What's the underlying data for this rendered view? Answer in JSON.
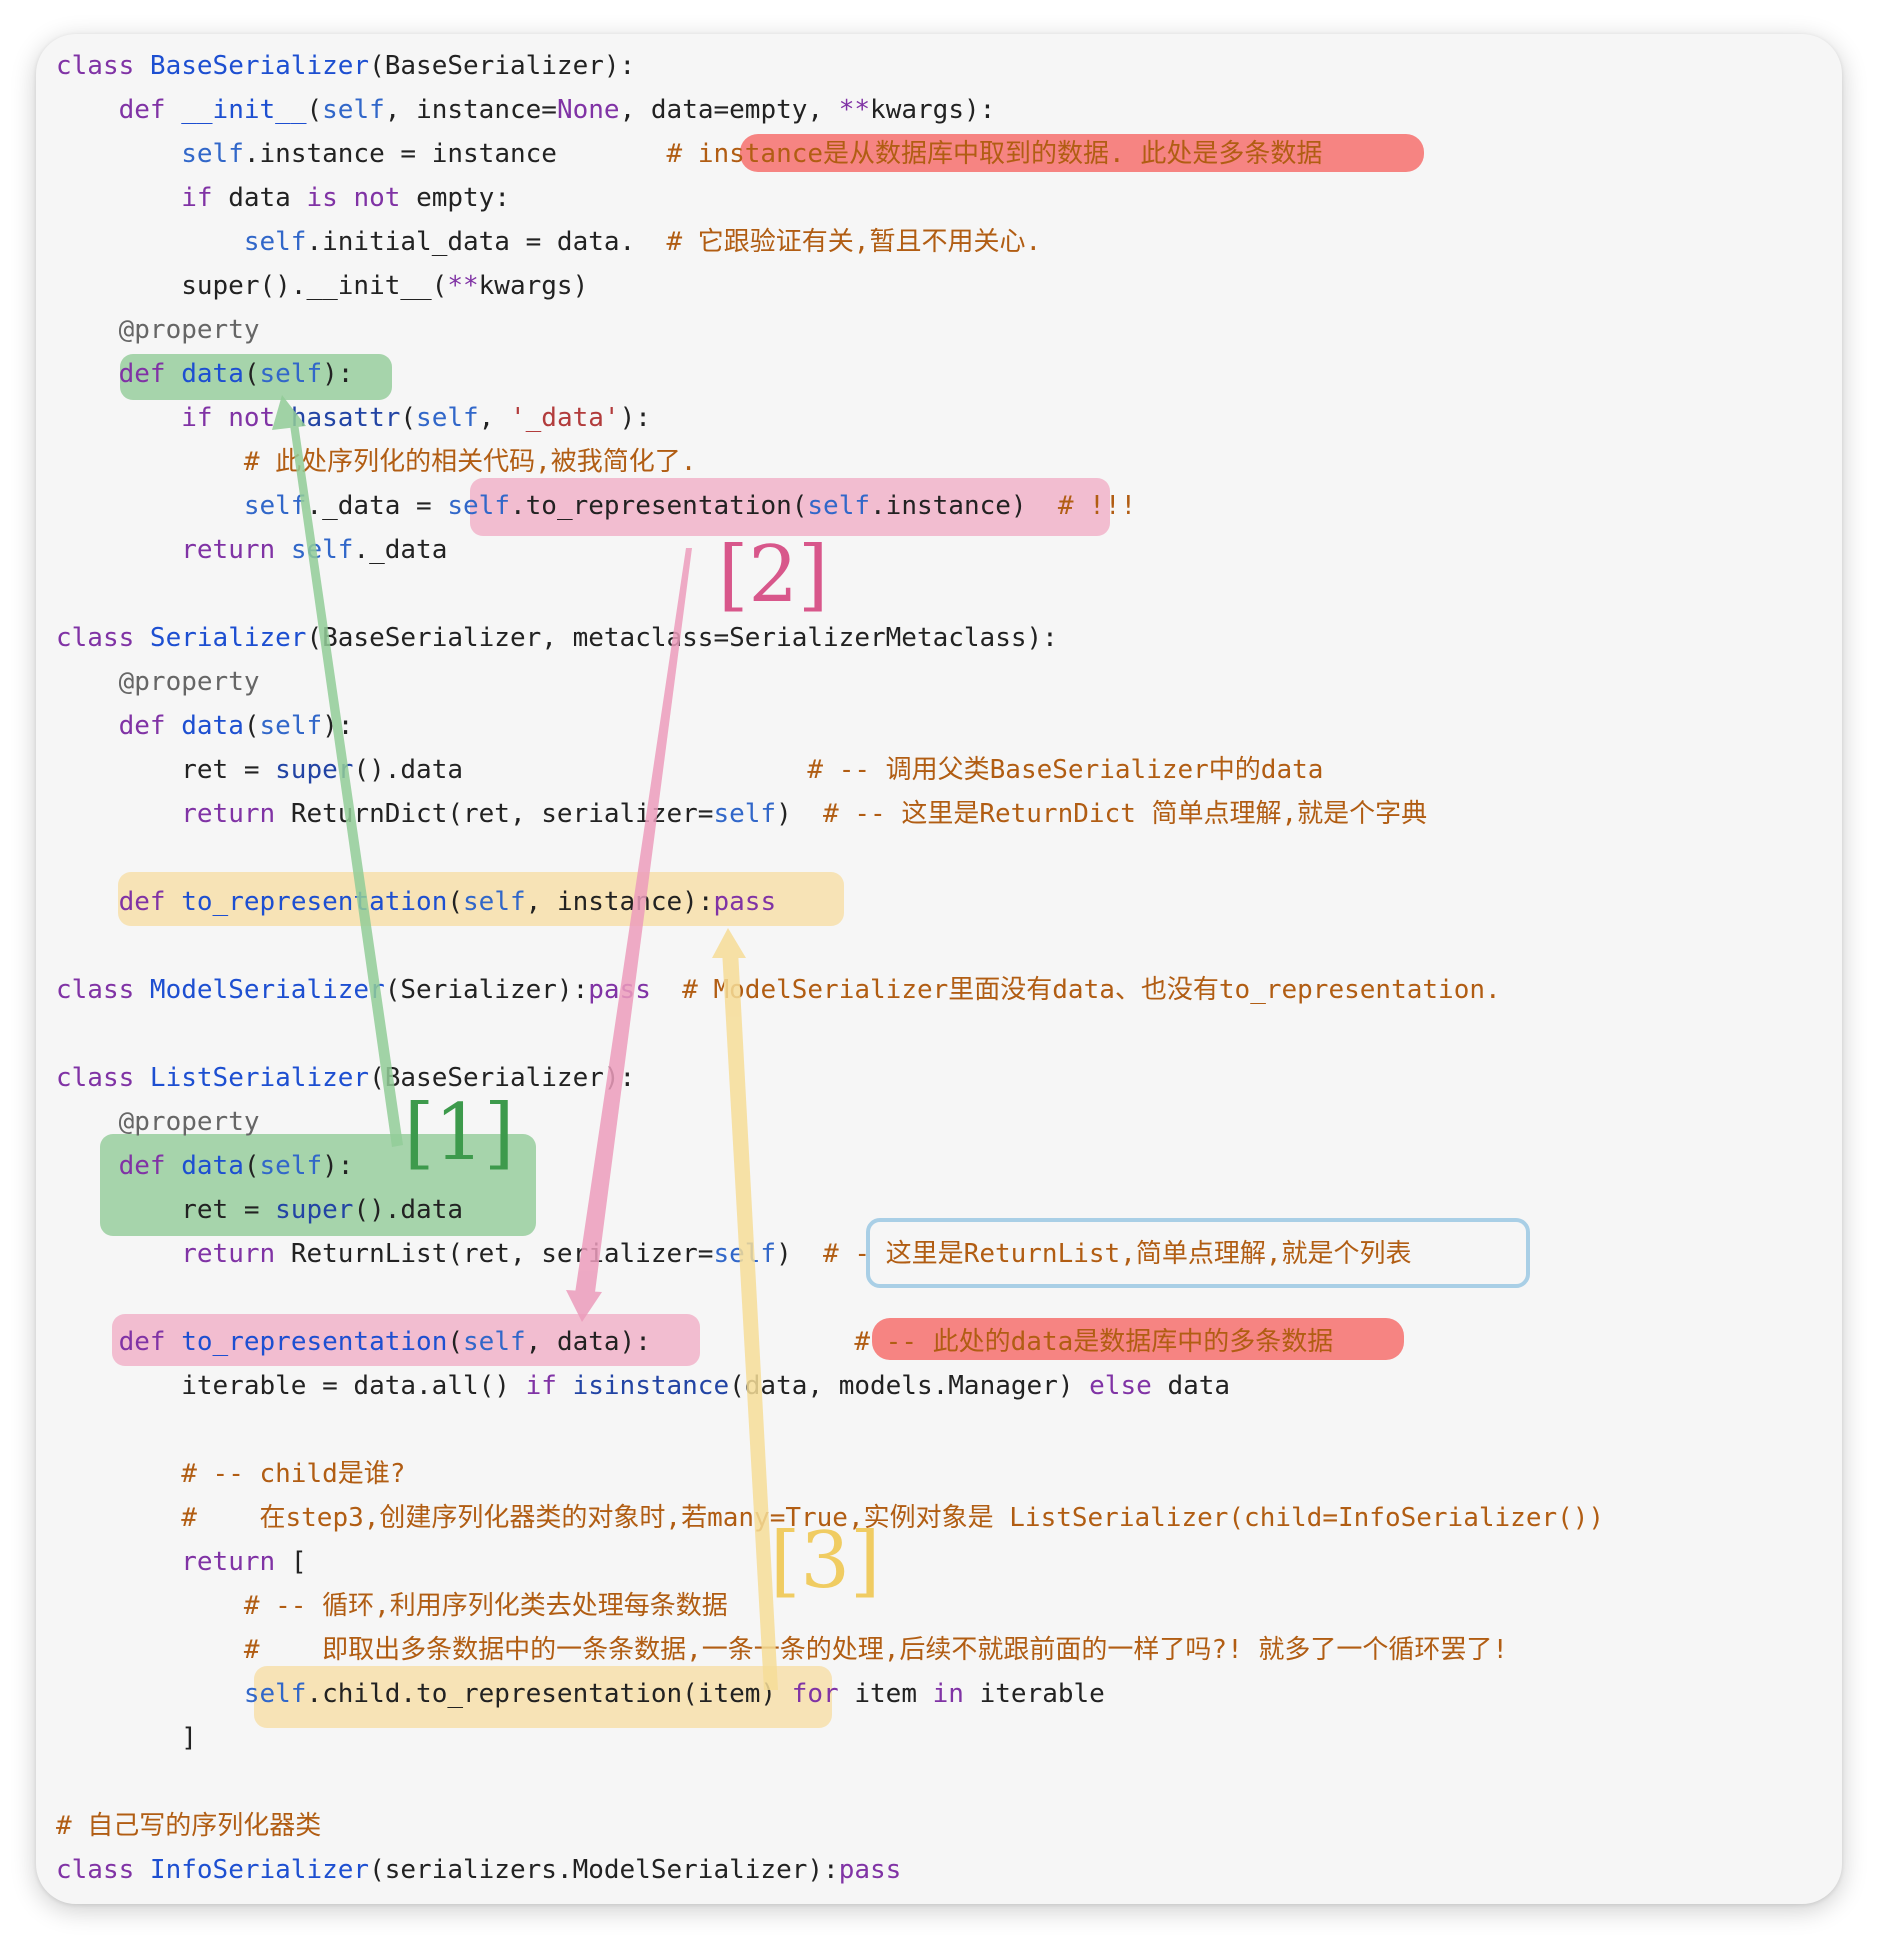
{
  "code": {
    "lines": [
      [
        {
          "t": "class ",
          "c": "kw"
        },
        {
          "t": "BaseSerializer",
          "c": "cl"
        },
        {
          "t": "(BaseSerializer):",
          "c": ""
        }
      ],
      [
        {
          "t": "    ",
          "c": ""
        },
        {
          "t": "def ",
          "c": "kw"
        },
        {
          "t": "__init__",
          "c": "cl"
        },
        {
          "t": "(",
          "c": ""
        },
        {
          "t": "self",
          "c": "sf"
        },
        {
          "t": ", instance=",
          "c": ""
        },
        {
          "t": "None",
          "c": "kw"
        },
        {
          "t": ", data=empty, ",
          "c": ""
        },
        {
          "t": "**",
          "c": "kw"
        },
        {
          "t": "kwargs):",
          "c": ""
        }
      ],
      [
        {
          "t": "        ",
          "c": ""
        },
        {
          "t": "self",
          "c": "sf"
        },
        {
          "t": ".instance = instance       ",
          "c": ""
        },
        {
          "t": "# ",
          "c": "cm"
        },
        {
          "t": "instance是从数据库中取到的数据. 此处是多条数据",
          "c": "cm"
        }
      ],
      [
        {
          "t": "        ",
          "c": ""
        },
        {
          "t": "if ",
          "c": "kw"
        },
        {
          "t": "data ",
          "c": ""
        },
        {
          "t": "is not ",
          "c": "kw"
        },
        {
          "t": "empty:",
          "c": ""
        }
      ],
      [
        {
          "t": "            ",
          "c": ""
        },
        {
          "t": "self",
          "c": "sf"
        },
        {
          "t": ".initial_data = data.  ",
          "c": ""
        },
        {
          "t": "# 它跟验证有关,暂且不用关心.",
          "c": "cm"
        }
      ],
      [
        {
          "t": "        super().__init__(",
          "c": ""
        },
        {
          "t": "**",
          "c": "kw"
        },
        {
          "t": "kwargs)",
          "c": ""
        }
      ],
      [
        {
          "t": "    ",
          "c": ""
        },
        {
          "t": "@property",
          "c": "dc"
        }
      ],
      [
        {
          "t": "    ",
          "c": ""
        },
        {
          "t": "def ",
          "c": "kw"
        },
        {
          "t": "data",
          "c": "cl"
        },
        {
          "t": "(",
          "c": ""
        },
        {
          "t": "self",
          "c": "sf"
        },
        {
          "t": "):",
          "c": ""
        }
      ],
      [
        {
          "t": "        ",
          "c": ""
        },
        {
          "t": "if not ",
          "c": "kw"
        },
        {
          "t": "hasattr",
          "c": "bi"
        },
        {
          "t": "(",
          "c": ""
        },
        {
          "t": "self",
          "c": "sf"
        },
        {
          "t": ", ",
          "c": ""
        },
        {
          "t": "'_data'",
          "c": "st"
        },
        {
          "t": "):",
          "c": ""
        }
      ],
      [
        {
          "t": "            ",
          "c": ""
        },
        {
          "t": "# 此处序列化的相关代码,被我简化了.",
          "c": "cm"
        }
      ],
      [
        {
          "t": "            ",
          "c": ""
        },
        {
          "t": "self",
          "c": "sf"
        },
        {
          "t": "._data = ",
          "c": ""
        },
        {
          "t": "self",
          "c": "sf"
        },
        {
          "t": ".to_representation(",
          "c": ""
        },
        {
          "t": "self",
          "c": "sf"
        },
        {
          "t": ".instance)  ",
          "c": ""
        },
        {
          "t": "# !!!",
          "c": "cm"
        }
      ],
      [
        {
          "t": "        ",
          "c": ""
        },
        {
          "t": "return ",
          "c": "kw"
        },
        {
          "t": "self",
          "c": "sf"
        },
        {
          "t": "._data",
          "c": ""
        }
      ],
      [],
      [
        {
          "t": "class ",
          "c": "kw"
        },
        {
          "t": "Serializer",
          "c": "cl"
        },
        {
          "t": "(BaseSerializer, metaclass=SerializerMetaclass):",
          "c": ""
        }
      ],
      [
        {
          "t": "    ",
          "c": ""
        },
        {
          "t": "@property",
          "c": "dc"
        }
      ],
      [
        {
          "t": "    ",
          "c": ""
        },
        {
          "t": "def ",
          "c": "kw"
        },
        {
          "t": "data",
          "c": "cl"
        },
        {
          "t": "(",
          "c": ""
        },
        {
          "t": "self",
          "c": "sf"
        },
        {
          "t": "):",
          "c": ""
        }
      ],
      [
        {
          "t": "        ret = ",
          "c": ""
        },
        {
          "t": "super",
          "c": "bi"
        },
        {
          "t": "().data                      ",
          "c": ""
        },
        {
          "t": "# -- 调用父类BaseSerializer中的data",
          "c": "cm"
        }
      ],
      [
        {
          "t": "        ",
          "c": ""
        },
        {
          "t": "return ",
          "c": "kw"
        },
        {
          "t": "ReturnDict(ret, serializer=",
          "c": ""
        },
        {
          "t": "self",
          "c": "sf"
        },
        {
          "t": ")  ",
          "c": ""
        },
        {
          "t": "# -- 这里是ReturnDict 简单点理解,就是个字典",
          "c": "cm"
        }
      ],
      [],
      [
        {
          "t": "    ",
          "c": ""
        },
        {
          "t": "def ",
          "c": "kw"
        },
        {
          "t": "to_representation",
          "c": "cl"
        },
        {
          "t": "(",
          "c": ""
        },
        {
          "t": "self",
          "c": "sf"
        },
        {
          "t": ", instance):",
          "c": ""
        },
        {
          "t": "pass",
          "c": "kw"
        }
      ],
      [],
      [
        {
          "t": "class ",
          "c": "kw"
        },
        {
          "t": "ModelSerializer",
          "c": "cl"
        },
        {
          "t": "(Serializer):",
          "c": ""
        },
        {
          "t": "pass",
          "c": "kw"
        },
        {
          "t": "  ",
          "c": ""
        },
        {
          "t": "# ModelSerializer里面没有data、也没有to_representation.",
          "c": "cm"
        }
      ],
      [],
      [
        {
          "t": "class ",
          "c": "kw"
        },
        {
          "t": "ListSerializer",
          "c": "cl"
        },
        {
          "t": "(BaseSerializer):",
          "c": ""
        }
      ],
      [
        {
          "t": "    ",
          "c": ""
        },
        {
          "t": "@property",
          "c": "dc"
        }
      ],
      [
        {
          "t": "    ",
          "c": ""
        },
        {
          "t": "def ",
          "c": "kw"
        },
        {
          "t": "data",
          "c": "cl"
        },
        {
          "t": "(",
          "c": ""
        },
        {
          "t": "self",
          "c": "sf"
        },
        {
          "t": "):",
          "c": ""
        }
      ],
      [
        {
          "t": "        ret = ",
          "c": ""
        },
        {
          "t": "super",
          "c": "bi"
        },
        {
          "t": "().data",
          "c": ""
        }
      ],
      [
        {
          "t": "        ",
          "c": ""
        },
        {
          "t": "return ",
          "c": "kw"
        },
        {
          "t": "ReturnList(ret, serializer=",
          "c": ""
        },
        {
          "t": "self",
          "c": "sf"
        },
        {
          "t": ")  ",
          "c": ""
        },
        {
          "t": "# - 这里是ReturnList,简单点理解,就是个列表",
          "c": "cm"
        }
      ],
      [],
      [
        {
          "t": "    ",
          "c": ""
        },
        {
          "t": "def ",
          "c": "kw"
        },
        {
          "t": "to_representation",
          "c": "cl"
        },
        {
          "t": "(",
          "c": ""
        },
        {
          "t": "self",
          "c": "sf"
        },
        {
          "t": ", data):",
          "c": ""
        },
        {
          "t": "             ",
          "c": ""
        },
        {
          "t": "# -- 此处的data是数据库中的多条数据",
          "c": "cm"
        }
      ],
      [
        {
          "t": "        iterable = data.all() ",
          "c": ""
        },
        {
          "t": "if ",
          "c": "kw"
        },
        {
          "t": "isinstance",
          "c": "bi"
        },
        {
          "t": "(data, models.Manager) ",
          "c": ""
        },
        {
          "t": "else ",
          "c": "kw"
        },
        {
          "t": "data",
          "c": ""
        }
      ],
      [],
      [
        {
          "t": "        ",
          "c": ""
        },
        {
          "t": "# -- child是谁?",
          "c": "cm"
        }
      ],
      [
        {
          "t": "        ",
          "c": ""
        },
        {
          "t": "#    在step3,创建序列化器类的对象时,若many=True,实例对象是 ListSerializer(child=InfoSerializer())",
          "c": "cm"
        }
      ],
      [
        {
          "t": "        ",
          "c": ""
        },
        {
          "t": "return ",
          "c": "kw"
        },
        {
          "t": "[",
          "c": ""
        }
      ],
      [
        {
          "t": "            ",
          "c": ""
        },
        {
          "t": "# -- 循环,利用序列化类去处理每条数据",
          "c": "cm"
        }
      ],
      [
        {
          "t": "            ",
          "c": ""
        },
        {
          "t": "#    即取出多条数据中的一条条数据,一条一条的处理,后续不就跟前面的一样了吗?! 就多了一个循环罢了!",
          "c": "cm"
        }
      ],
      [
        {
          "t": "            ",
          "c": ""
        },
        {
          "t": "self",
          "c": "sf"
        },
        {
          "t": ".child.to_representation(item) ",
          "c": ""
        },
        {
          "t": "for ",
          "c": "kw"
        },
        {
          "t": "item ",
          "c": ""
        },
        {
          "t": "in ",
          "c": "kw"
        },
        {
          "t": "iterable",
          "c": ""
        }
      ],
      [
        {
          "t": "        ]",
          "c": ""
        }
      ],
      [],
      [
        {
          "t": "# 自己写的序列化器类",
          "c": "cm"
        }
      ],
      [
        {
          "t": "class ",
          "c": "kw"
        },
        {
          "t": "InfoSerializer",
          "c": "cl"
        },
        {
          "t": "(serializers.ModelSerializer):",
          "c": ""
        },
        {
          "t": "pass",
          "c": "kw"
        }
      ]
    ]
  },
  "annotations": {
    "tag_1": "[1]",
    "tag_2": "[2]",
    "tag_3": "[3]"
  },
  "colors": {
    "green": "#a6d4ab",
    "pink": "#f2bdd0",
    "yellow": "#f7e3b6",
    "red": "#f68482",
    "blue_outline": "#a9cfe6",
    "arrow_green": "#92cc98",
    "arrow_pink": "#ec9cbc",
    "arrow_yellow": "#f6dd98"
  }
}
